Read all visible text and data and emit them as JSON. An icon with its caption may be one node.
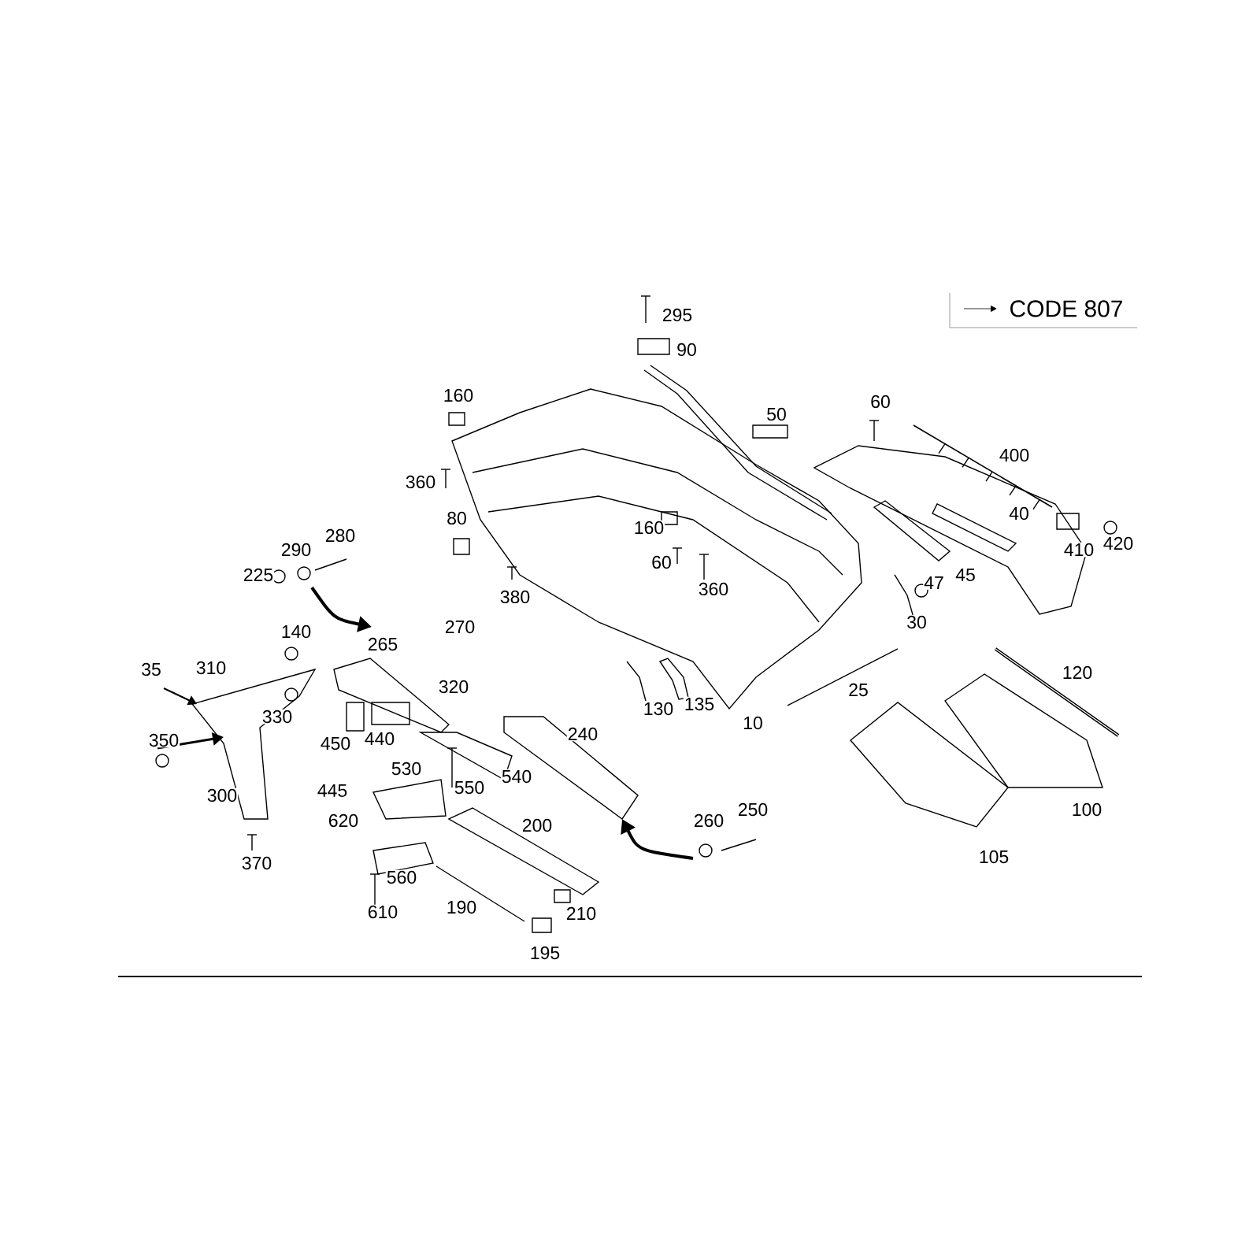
{
  "diagram": {
    "nodes": [
      {
        "text": [
          "CODE 807"
        ]
      }
    ],
    "labels": [
      "295",
      "90",
      "160",
      "50",
      "60",
      "400",
      "360",
      "80",
      "40",
      "160",
      "60",
      "410",
      "420",
      "47",
      "45",
      "225",
      "290",
      "280",
      "380",
      "360",
      "30",
      "140",
      "265",
      "270",
      "35",
      "310",
      "320",
      "25",
      "130",
      "135",
      "10",
      "120",
      "330",
      "440",
      "240",
      "350",
      "450",
      "530",
      "540",
      "550",
      "445",
      "300",
      "100",
      "250",
      "260",
      "200",
      "620",
      "105",
      "560",
      "370",
      "190",
      "210",
      "610",
      "195"
    ]
  }
}
